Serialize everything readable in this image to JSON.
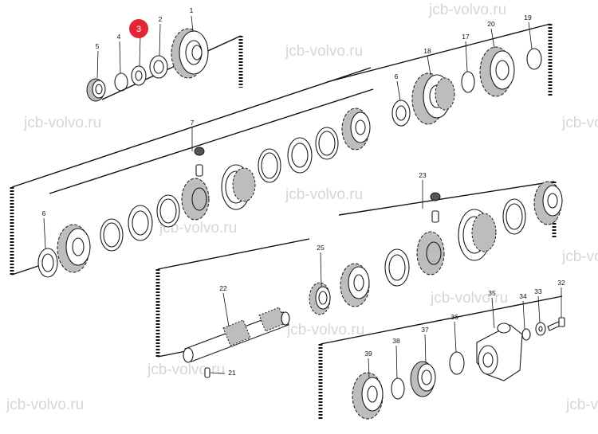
{
  "watermark": "jcb-volvo.ru",
  "highlight": {
    "label": "3",
    "color": "#e32636"
  },
  "colors": {
    "ink": "#1a1a1a",
    "shade": "#bdbdbd",
    "watermark": "#d6d6d6"
  },
  "part_labels": {
    "p1": "1",
    "p2": "2",
    "p4": "4",
    "p5": "5",
    "p6a": "6",
    "p6b": "6",
    "p7": "7",
    "p17": "17",
    "p18": "18",
    "p19": "19",
    "p20": "20",
    "p21": "21",
    "p22": "22",
    "p23": "23",
    "p25": "25",
    "p32": "32",
    "p33": "33",
    "p34": "34",
    "p35": "35",
    "p36": "36",
    "p37": "37",
    "p38": "38",
    "p39": "39"
  }
}
